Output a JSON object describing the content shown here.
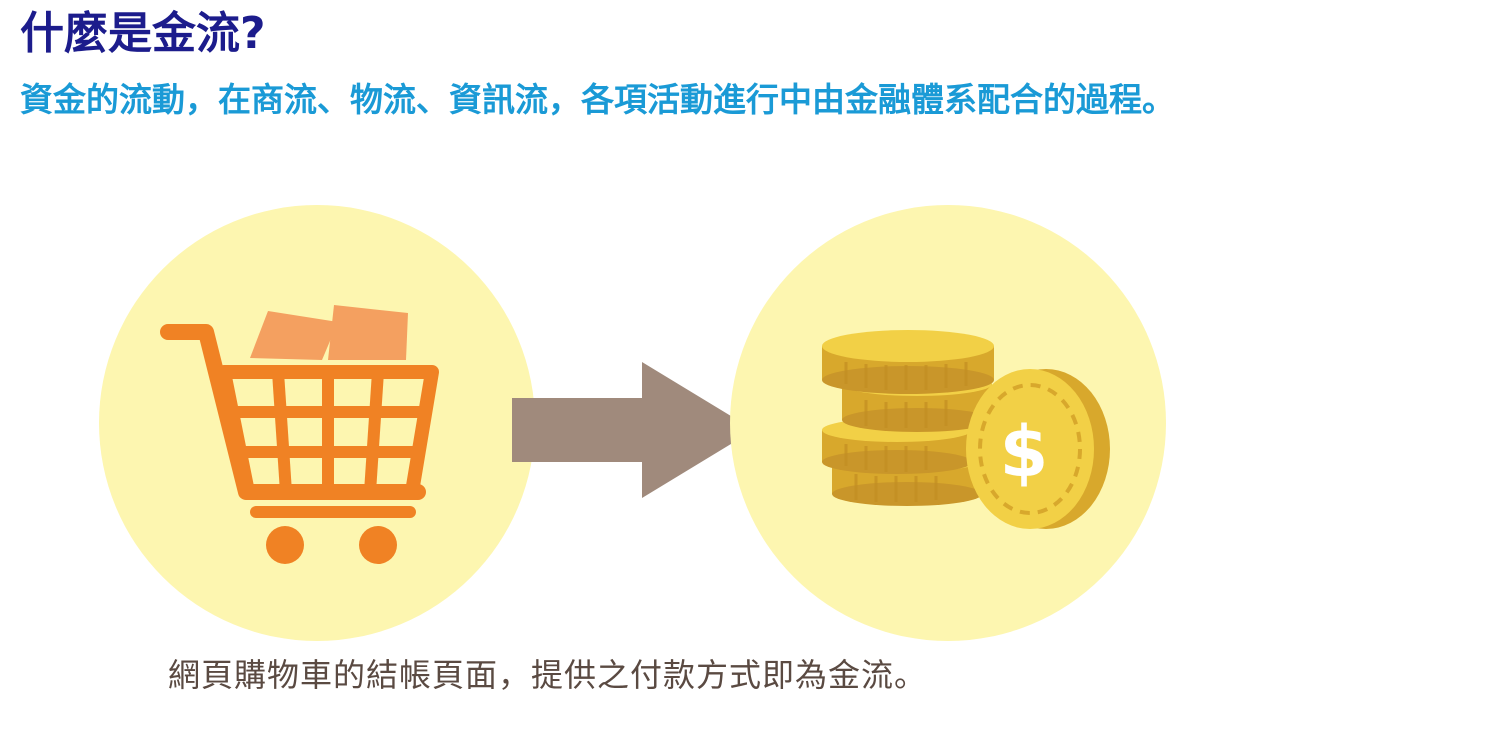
{
  "title": "什麼是金流?",
  "subtitle": "資金的流動，在商流、物流、資訊流，各項活動進行中由金融體系配合的過程。",
  "caption": "網頁購物車的結帳頁面，提供之付款方式即為金流。",
  "icons": {
    "left": "shopping-cart-icon",
    "middle": "right-arrow-icon",
    "right": "gold-coins-icon",
    "coin_symbol": "$"
  },
  "colors": {
    "title": "#1c1c8c",
    "subtitle": "#1a9ad6",
    "caption": "#5a4a42",
    "circle_background": "#fdf6b0",
    "cart": "#f08224",
    "cart_items": "#f4a060",
    "arrow": "#a08a7c",
    "coin": "#f2d046",
    "coin_edge": "#d8a82c"
  }
}
